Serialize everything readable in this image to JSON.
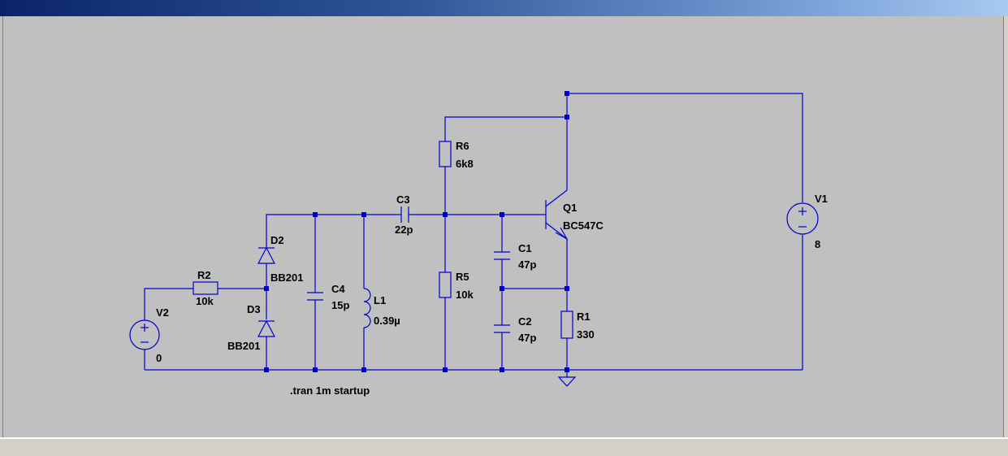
{
  "window": {
    "title": ""
  },
  "components": {
    "R2": {
      "name": "R2",
      "value": "10k"
    },
    "D2": {
      "name": "D2",
      "value": "BB201"
    },
    "D3": {
      "name": "D3",
      "value": "BB201"
    },
    "C4": {
      "name": "C4",
      "value": "15p"
    },
    "L1": {
      "name": "L1",
      "value": "0.39µ"
    },
    "C3": {
      "name": "C3",
      "value": "22p"
    },
    "R6": {
      "name": "R6",
      "value": "6k8"
    },
    "R5": {
      "name": "R5",
      "value": "10k"
    },
    "C1": {
      "name": "C1",
      "value": "47p"
    },
    "C2": {
      "name": "C2",
      "value": "47p"
    },
    "R1": {
      "name": "R1",
      "value": "330"
    },
    "Q1": {
      "name": "Q1",
      "value": "BC547C"
    },
    "V1": {
      "name": "V1",
      "value": "8"
    },
    "V2": {
      "name": "V2",
      "value": "0"
    }
  },
  "directive": ".tran 1m startup",
  "colors": {
    "wire": "#0000cc",
    "background": "#c0c0c0",
    "text": "#000000"
  }
}
